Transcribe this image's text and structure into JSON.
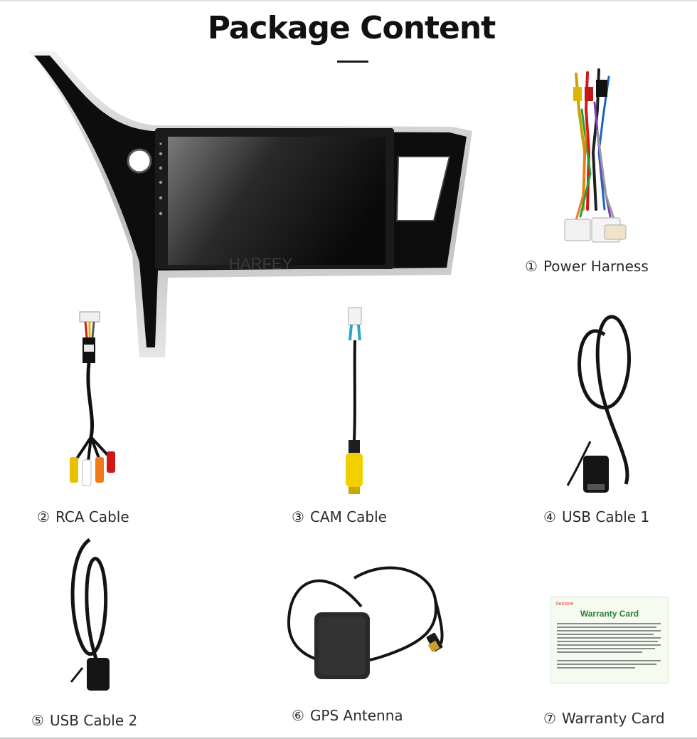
{
  "title": "Package Content",
  "head_unit": {
    "watermark": "HARFEY"
  },
  "items": [
    {
      "num": "①",
      "label": "Power Harness"
    },
    {
      "num": "②",
      "label": "RCA Cable"
    },
    {
      "num": "③",
      "label": "CAM Cable"
    },
    {
      "num": "④",
      "label": "USB Cable 1"
    },
    {
      "num": "⑤",
      "label": "USB Cable 2"
    },
    {
      "num": "⑥",
      "label": "GPS Antenna"
    },
    {
      "num": "⑦",
      "label": "Warranty Card"
    }
  ],
  "warranty_card": {
    "brand": "Seicane",
    "heading": "Warranty Card"
  }
}
